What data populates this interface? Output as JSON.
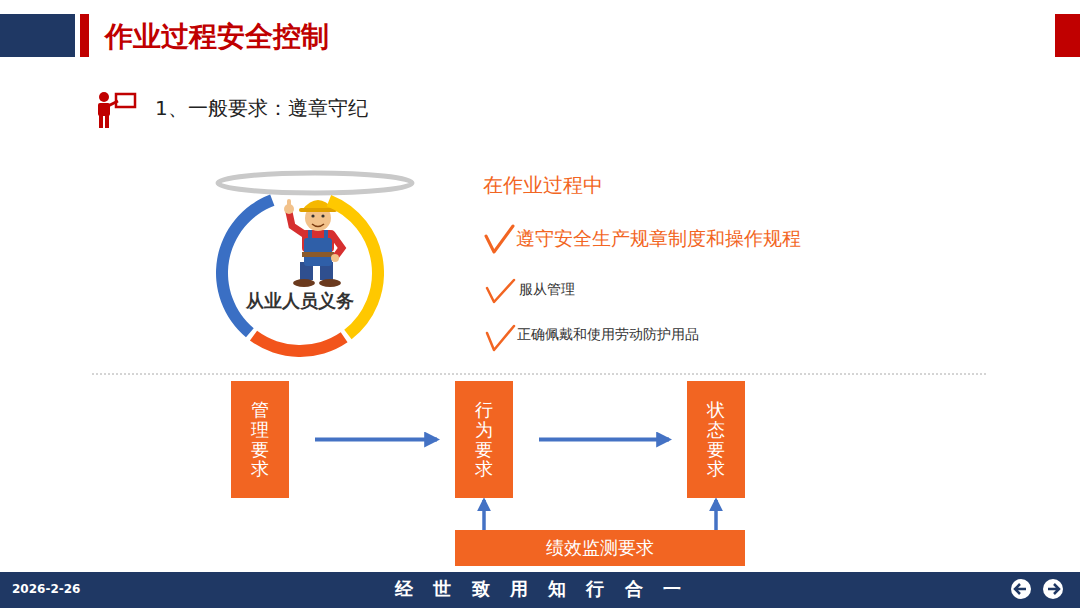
{
  "diagram": {
    "title": "作业过程安全控制",
    "nodes": [
      {
        "text": [
          "从业人员义务"
        ]
      },
      {
        "text": [
          "管理要求"
        ]
      },
      {
        "text": [
          "行为要求"
        ]
      },
      {
        "text": [
          "状态要求"
        ]
      },
      {
        "text": [
          "绩效监测要求"
        ]
      }
    ],
    "edges": [
      {
        "from": 1,
        "to": 2,
        "arrow": "to"
      },
      {
        "from": 2,
        "to": 3,
        "arrow": "to"
      },
      {
        "from": 4,
        "to": 2,
        "arrow": "to"
      },
      {
        "from": 4,
        "to": 3,
        "arrow": "to"
      }
    ],
    "labels": [
      "1、一般要求：遵章守纪",
      "在作业过程中",
      "遵守安全生产规章制度和操作规程",
      "服从管理",
      "正确佩戴和使用劳动防护用品",
      "2026-2-26",
      "经 世 致 用 知 行 合 一"
    ]
  }
}
